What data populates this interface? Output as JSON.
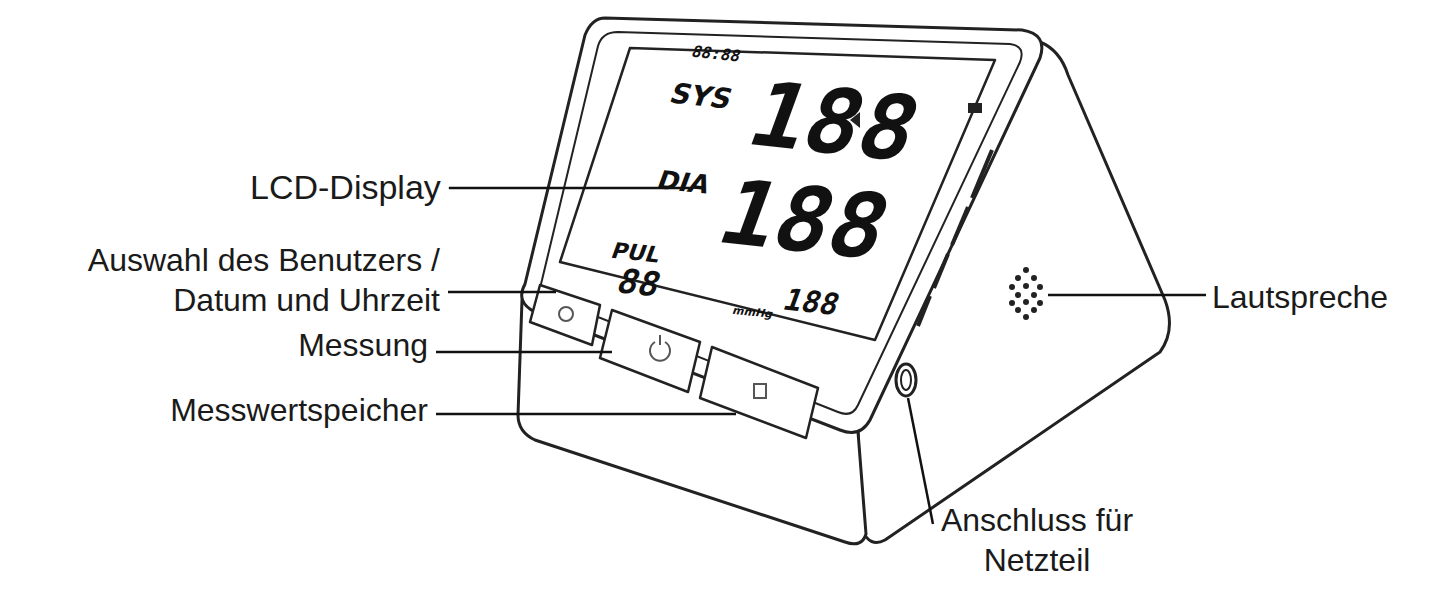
{
  "diagram": {
    "labels": [
      "88:88",
      "SYS",
      "188",
      "LCD-Display",
      "DIA",
      "188",
      "PUL",
      "88",
      "188",
      "mmHg",
      "Auswahl des Benutzers / Datum und Uhrzeit",
      "Lautspreche",
      "Messung",
      "Messwertspeicher",
      "Anschluss für Netzteil"
    ]
  }
}
